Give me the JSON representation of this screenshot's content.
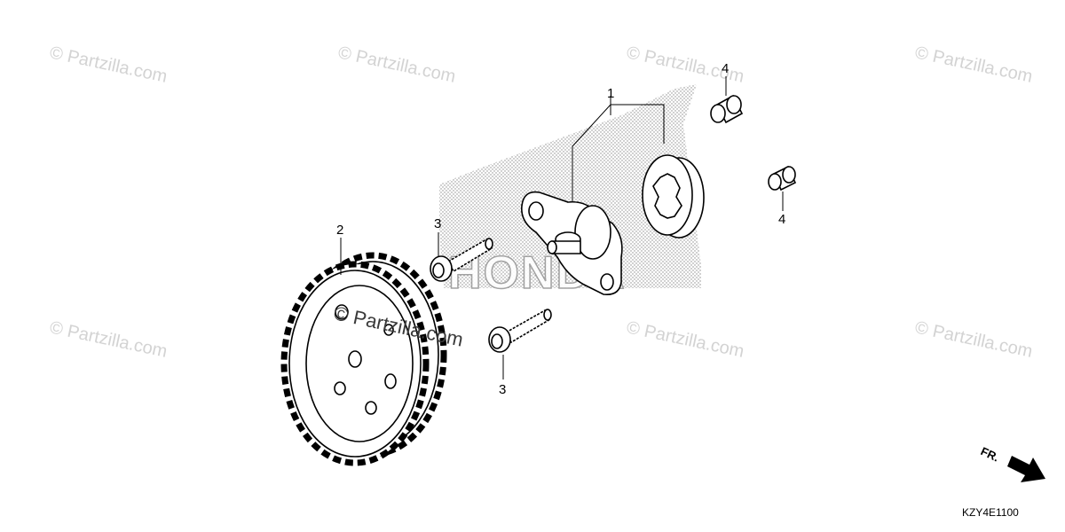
{
  "watermark": {
    "text": "© Partzilla.com",
    "center_text": "© Partzilla.com"
  },
  "callouts": {
    "oil_pump": "1",
    "gear": "2",
    "bolt_upper": "3",
    "bolt_lower": "3",
    "dowel_upper": "4",
    "dowel_lower": "4"
  },
  "direction_label": "FR.",
  "diagram_code": "KZY4E1100",
  "brand_mark": "HONDA",
  "colors": {
    "ink": "#000000",
    "watermark": "#d3d3d3",
    "background": "#ffffff"
  }
}
